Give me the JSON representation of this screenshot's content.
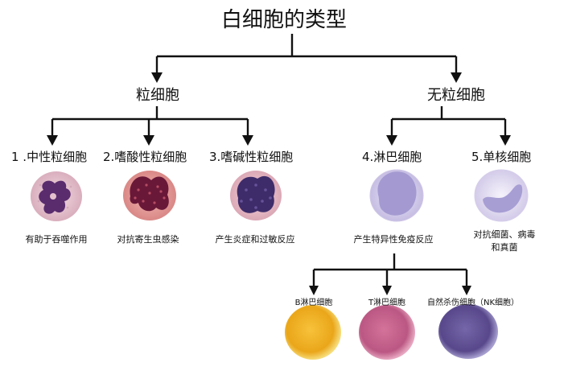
{
  "title": "白细胞的类型",
  "groups": {
    "granulocyte": "粒细胞",
    "agranulocyte": "无粒细胞"
  },
  "cells": [
    {
      "label": "1 .中性粒细胞",
      "desc": "有助于吞噬作用"
    },
    {
      "label": "2.嗜酸性粒细胞",
      "desc": "对抗寄生虫感染"
    },
    {
      "label": "3.嗜碱性粒细胞",
      "desc": "产生炎症和过敏反应"
    },
    {
      "label": "4.淋巴细胞",
      "desc": "产生特异性免疫反应"
    },
    {
      "label": "5.单核细胞",
      "desc_line1": "对抗细菌、病毒",
      "desc_line2": "和真菌"
    }
  ],
  "lymphocyte_types": [
    {
      "label": "B淋巴细胞",
      "color": "#f2b325"
    },
    {
      "label": "T淋巴细胞",
      "color": "#c9658c"
    },
    {
      "label": "自然杀伤细胞（NK细胞）",
      "color": "#6a5a9c"
    }
  ],
  "colors": {
    "connector": "#111111",
    "neutrophil_cytoplasm": "#e9c9d4",
    "neutrophil_nucleus": "#5a2c6e",
    "eosinophil_cytoplasm": "#e8a3a3",
    "eosinophil_nucleus": "#6a1838",
    "basophil_cytoplasm": "#efc4cf",
    "basophil_nucleus": "#3e2c6a",
    "lymphocyte_cytoplasm": "#ded8ef",
    "lymphocyte_nucleus": "#a49ad1",
    "monocyte_cytoplasm": "#ece6f5",
    "monocyte_nucleus": "#a79ed4"
  }
}
